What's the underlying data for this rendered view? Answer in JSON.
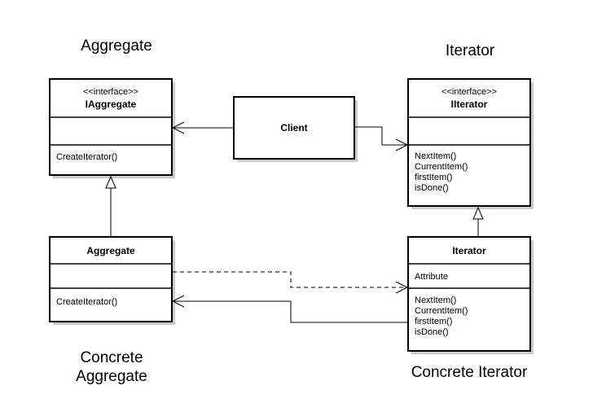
{
  "captions": {
    "aggregate": "Aggregate",
    "iterator": "Iterator",
    "concrete_aggregate_1": "Concrete",
    "concrete_aggregate_2": "Aggregate",
    "concrete_iterator": "Concrete Iterator"
  },
  "iaggregate": {
    "stereotype": "<<interface>>",
    "name": "IAggregate",
    "methods": [
      "CreateIterator()"
    ]
  },
  "iiterator": {
    "stereotype": "<<interface>>",
    "name": "IIterator",
    "methods": [
      "NextItem()",
      "CurrentItem()",
      "firstItem()",
      "isDone()"
    ]
  },
  "client": {
    "name": "Client"
  },
  "aggregate": {
    "name": "Aggregate",
    "methods": [
      "CreateIterator()"
    ]
  },
  "iterator": {
    "name": "Iterator",
    "attributes": [
      "Attribute"
    ],
    "methods": [
      "NextItem()",
      "CurrentItem()",
      "firstItem()",
      "isDone()"
    ]
  },
  "colors": {
    "line": "#000000",
    "shadow": "#cccccc",
    "box_fill": "#ffffff"
  }
}
